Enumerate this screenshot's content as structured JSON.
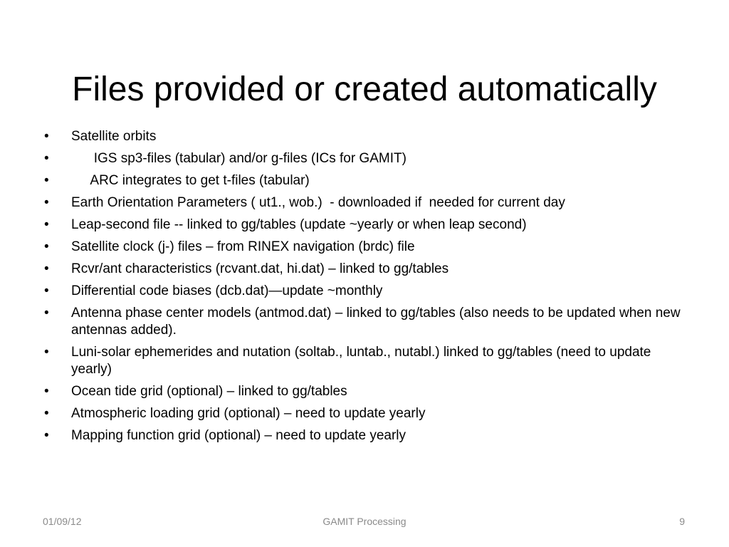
{
  "slide": {
    "title": "Files provided or created automatically",
    "bullet_symbol": "•",
    "bullets": [
      "Satellite orbits",
      "      IGS sp3-files (tabular) and/or g-files (ICs for GAMIT)",
      "     ARC integrates to get t-files (tabular)",
      "Earth Orientation Parameters ( ut1., wob.)  - downloaded if  needed for current day",
      "Leap-second file -- linked to gg/tables (update ~yearly or when leap second)",
      "Satellite clock (j-) files – from RINEX navigation (brdc) file",
      "Rcvr/ant characteristics (rcvant.dat, hi.dat) – linked to gg/tables",
      "Differential code biases (dcb.dat)—update ~monthly",
      "Antenna phase center models (antmod.dat) – linked to gg/tables (also needs to be updated when new antennas added).",
      "Luni-solar ephemerides and nutation (soltab., luntab., nutabl.) linked to gg/tables (need to update yearly)",
      "Ocean tide grid (optional) – linked to gg/tables",
      "Atmospheric loading grid (optional) – need to update yearly",
      "Mapping function grid (optional) – need to update yearly"
    ]
  },
  "footer": {
    "date": "01/09/12",
    "center": "GAMIT Processing",
    "page_number": "9"
  }
}
